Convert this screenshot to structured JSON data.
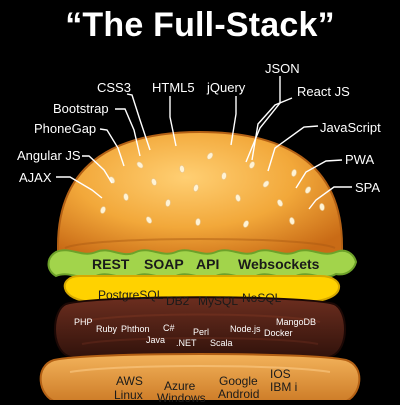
{
  "title": "“The Full-Stack”",
  "bun_top_labels": {
    "css3": "CSS3",
    "html5": "HTML5",
    "jquery": "jQuery",
    "json": "JSON",
    "react_js": "React JS",
    "bootstrap": "Bootstrap",
    "javascript": "JavaScript",
    "phonegap": "PhoneGap",
    "pwa": "PWA",
    "angular_js": "Angular JS",
    "spa": "SPA",
    "ajax": "AJAX"
  },
  "lettuce_labels": {
    "rest": "REST",
    "soap": "SOAP",
    "api": "API",
    "websockets": "Websockets"
  },
  "cheese_labels": {
    "postgresql": "PostgreSQL",
    "db2": "DB2",
    "mysql": "MySQL",
    "nosql": "NoSQL"
  },
  "patty_labels": {
    "php": "PHP",
    "ruby": "Ruby",
    "phthon": "Phthon",
    "csharp": "C#",
    "java": "Java",
    "dotnet": ".NET",
    "perl": "Perl",
    "scala": "Scala",
    "nodejs": "Node.js",
    "docker": "Docker",
    "mangodb": "MangoDB"
  },
  "bottom_bun_labels": {
    "aws": "AWS",
    "linux": "Linux",
    "azure": "Azure",
    "windows": "Windows",
    "google": "Google",
    "android": "Android",
    "ios": "IOS",
    "ibm_i": "IBM i"
  },
  "colors": {
    "background": "#000000",
    "bun_top": "#f2a83a",
    "bun_shadow": "#d17a1e",
    "lettuce": "#9acd32",
    "cheese": "#ffcc00",
    "patty": "#4a1f14",
    "bottom_bun": "#e39a39",
    "label_white": "#ffffff",
    "label_dark": "#1a1a1a"
  }
}
